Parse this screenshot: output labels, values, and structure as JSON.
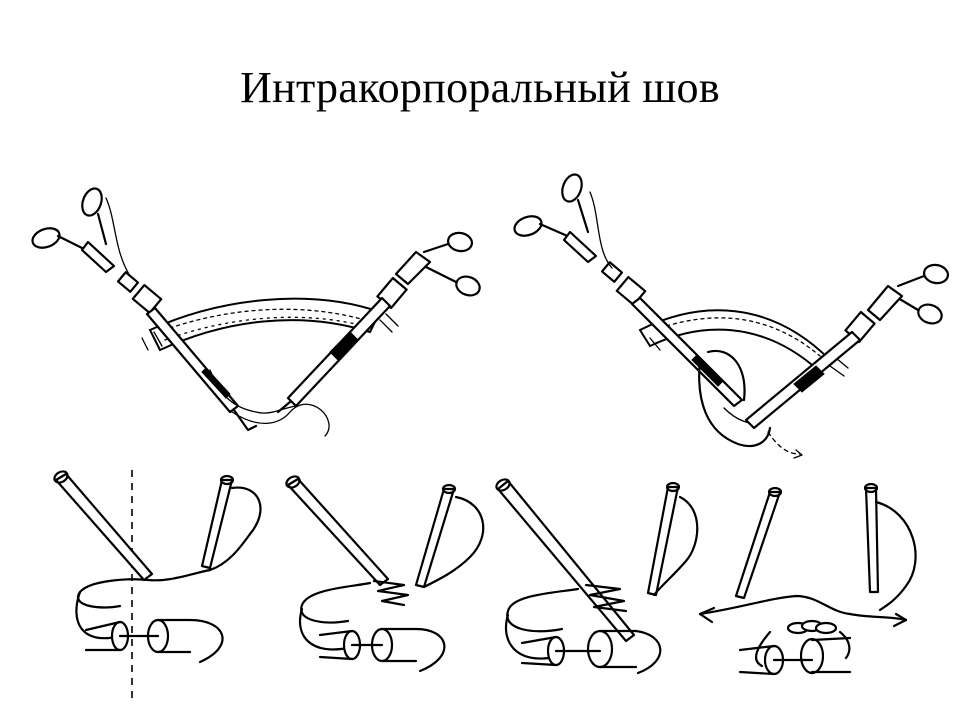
{
  "slide": {
    "title": "Интракорпоральный шов"
  },
  "illustration": {
    "panels": [
      {
        "id": "top-left",
        "icon": "laparoscopic-needle-driver-icon"
      },
      {
        "id": "top-right",
        "icon": "laparoscopic-needle-driver-icon"
      },
      {
        "id": "bottom-1",
        "icon": "suture-loop-icon"
      },
      {
        "id": "bottom-2",
        "icon": "suture-loop-icon"
      },
      {
        "id": "bottom-3",
        "icon": "suture-loop-icon"
      },
      {
        "id": "bottom-4",
        "icon": "suture-knot-icon"
      }
    ],
    "ink_color": "#000000",
    "background_color": "#ffffff"
  }
}
